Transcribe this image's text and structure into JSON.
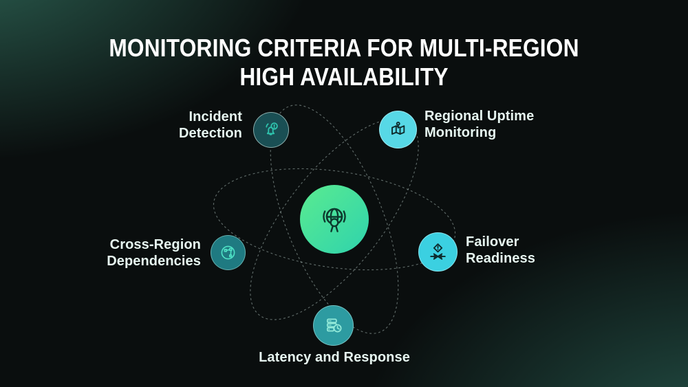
{
  "title": {
    "lines": [
      "MONITORING CRITERIA FOR MULTI-REGION",
      "HIGH AVAILABILITY"
    ]
  },
  "center": {
    "icon": "global-broadcast-icon"
  },
  "nodes": [
    {
      "id": "incident-detection",
      "label_lines": [
        "Incident",
        "Detection"
      ],
      "icon": "alert-bell-icon",
      "style": "dark-teal"
    },
    {
      "id": "regional-uptime-monitoring",
      "label_lines": [
        "Regional Uptime",
        "Monitoring"
      ],
      "icon": "map-pin-icon",
      "style": "bright-cyan"
    },
    {
      "id": "cross-region-dependencies",
      "label_lines": [
        "Cross-Region",
        "Dependencies"
      ],
      "icon": "globe-network-icon",
      "style": "medium-teal"
    },
    {
      "id": "failover-readiness",
      "label_lines": [
        "Failover",
        "Readiness"
      ],
      "icon": "failover-converging-arrows-icon",
      "style": "bright-cyan"
    },
    {
      "id": "latency-and-response",
      "label_lines": [
        "Latency and Response"
      ],
      "icon": "server-clock-icon",
      "style": "teal"
    }
  ],
  "colors": {
    "background_base": "#0a0e0e",
    "background_glow_top_left": "#2a5d50",
    "background_glow_bottom_right": "#1f4a42",
    "title_text": "#ffffff",
    "label_text": "#e6f5f0",
    "orbit_line": "#aebfbc",
    "center_gradient_start": "#5aeb90",
    "center_gradient_end": "#2fd3ad",
    "node_dark_teal": "#1a4f54",
    "node_medium_teal": "#1f7a81",
    "node_teal": "#2d9ba1",
    "node_bright_cyan": "#3bd0e1",
    "icon_dark": "#0e2b2d",
    "icon_teal_green": "#2fc4ae",
    "icon_mint": "#4fe2c6",
    "icon_light_mint": "#92ead9",
    "center_icon_stroke": "#0d3a2e"
  }
}
